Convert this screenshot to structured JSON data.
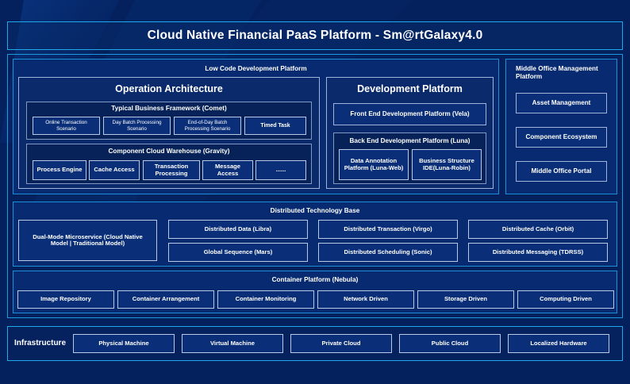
{
  "header": {
    "title": "Cloud Native Financial PaaS Platform - Sm@rtGalaxy4.0"
  },
  "low_code": {
    "title": "Low Code Development Platform",
    "operation_architecture": {
      "title": "Operation Architecture",
      "typical_business_framework": {
        "title": "Typical Business Framework (Comet)",
        "items": [
          "Online Transaction Scenario",
          "Day Batch Processing Scenario",
          "End-of-Day Batch Processing Scenario",
          "Timed Task"
        ]
      },
      "component_cloud_warehouse": {
        "title": "Component Cloud Warehouse (Gravity)",
        "items": [
          "Process Engine",
          "Cache Access",
          "Transaction Processing",
          "Message Access",
          "......"
        ]
      }
    },
    "development_platform": {
      "title": "Development Platform",
      "front_end": "Front End Development Platform (Vela)",
      "back_end": {
        "title": "Back End Development Platform (Luna)",
        "items": [
          "Data Annotation Platform (Luna-Web)",
          "Business Structure IDE(Luna-Robin)"
        ]
      }
    }
  },
  "middle_office": {
    "title": "Middle Office Management Platform",
    "items": [
      "Asset Management",
      "Component Ecosystem",
      "Middle Office Portal"
    ]
  },
  "distributed_base": {
    "title": "Distributed Technology Base",
    "wide_item": "Dual-Mode Microservice (Cloud Native Model | Traditional Model)",
    "grid_items": [
      "Distributed Data (Libra)",
      "Distributed Transaction (Virgo)",
      "Distributed Cache (Orbit)",
      "Global Sequence (Mars)",
      "Distributed Scheduling (Sonic)",
      "Distributed Messaging (TDRSS)"
    ]
  },
  "container_platform": {
    "title": "Container Platform (Nebula)",
    "items": [
      "Image Repository",
      "Container Arrangement",
      "Container Monitoring",
      "Network Driven",
      "Storage Driven",
      "Computing Driven"
    ]
  },
  "infrastructure": {
    "label": "Infrastructure",
    "items": [
      "Physical Machine",
      "Virtual Machine",
      "Private Cloud",
      "Public Cloud",
      "Localized Hardware"
    ]
  },
  "colors": {
    "page_background": "#04215e",
    "accent_cyan": "#1b9ae0",
    "band_fill": "#082a70",
    "chip_fill": "#0a2f78",
    "chip_border": "#b9c8e4",
    "text": "#ffffff"
  }
}
